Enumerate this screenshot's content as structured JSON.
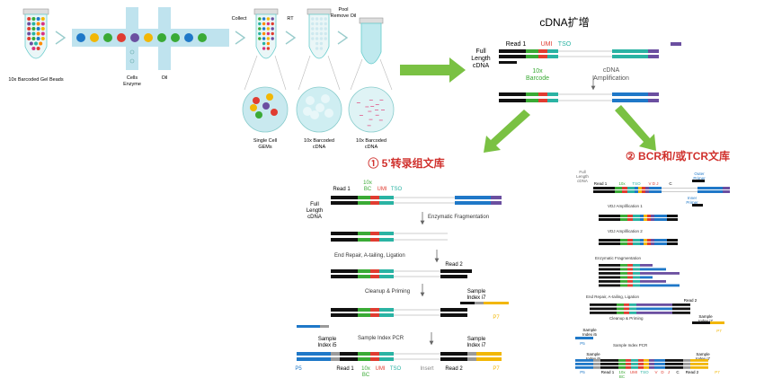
{
  "top": {
    "steps": {
      "gel_beads": "10x Barcoded\nGel Beads",
      "cells": "Cells",
      "enzyme": "Enzyme",
      "oil": "Oil",
      "collect": "Collect",
      "rt": "RT",
      "pool_remove_oil": "Pool\nRemove Oil",
      "gems": "Single Cell\nGEMs",
      "barcoded_cdna": "10x Barcoded\ncDNA",
      "barcoded_cdna2": "10x Barcoded\ncDNA"
    },
    "amp": {
      "title": "cDNA扩增",
      "full_length": "Full\nLength\ncDNA",
      "read1": "Read 1",
      "umi": "UMI",
      "tso": "TSO",
      "barcode": "10x\nBarcode",
      "cdna_amp": "cDNA\nAmplification"
    }
  },
  "left": {
    "title": "① 5’转录组文库",
    "full_length": "Full\nLength\ncDNA",
    "read1": "Read 1",
    "bc": "10x\nBC",
    "umi": "UMI",
    "tso": "TSO",
    "frag": "Enzymatic Fragmentation",
    "repair": "End Repair, A-tailing, Ligation",
    "read2": "Read 2",
    "cleanup": "Cleanup & Priming",
    "sample_index_i7": "Sample\nIndex i7",
    "p7": "P7",
    "pcr": "Sample Index PCR",
    "sample_index_i5": "Sample\nIndex i5",
    "sample_index_i7b": "Sample\nIndex i7",
    "bottom": {
      "p5": "P5",
      "read1": "Read 1",
      "bc": "10x\nBC",
      "umi": "UMI",
      "tso": "TSO",
      "insert": "Insert",
      "read2": "Read 2",
      "p7": "P7"
    }
  },
  "right": {
    "title": "② BCR和/或TCR文库",
    "full_length": "Full\nLength\ncDNA",
    "read1": "Read 1",
    "bc": "10x\nBC",
    "umi": "UMI",
    "tso": "TSO",
    "vdj": "V  D  J",
    "c": "C",
    "outer_primer": "Outer\nPrimer",
    "inner_primer": "Inner\nPrimer",
    "vdj_amp1": "VDJ Amplification 1",
    "vdj_amp2": "VDJ Amplification 2",
    "frag": "Enzymatic Fragmentation",
    "repair": "End Repair, A-tailing, Ligation",
    "read2": "Read 2",
    "cleanup": "Cleanup & Priming",
    "sample_index_i7": "Sample\nIndex i7",
    "p7": "P7",
    "sample_index_i5": "Sample\nIndex i5",
    "p5": "P5",
    "pcr": "Sample Index PCR",
    "sample_index_i7b": "Sample\nIndex i7",
    "bottom": {
      "p5": "P5",
      "read1": "Read 1",
      "bc": "10x\nBC",
      "umi": "UMI",
      "tso": "TSO",
      "v": "V",
      "d": "D",
      "j": "J",
      "c": "C",
      "read2": "Read 2",
      "p7": "P7"
    }
  },
  "colors": {
    "black": "#111111",
    "green": "#3aaa35",
    "red": "#e03c31",
    "teal": "#2ab3a3",
    "blue": "#1f78c8",
    "purple": "#6b4fa0",
    "gray": "#9a9a9a",
    "yellow": "#f2b705",
    "arrow_green": "#7ac143",
    "title_red": "#d0312d",
    "tube_teal": "#5bc4c8",
    "channel": "#bfe3ee"
  }
}
